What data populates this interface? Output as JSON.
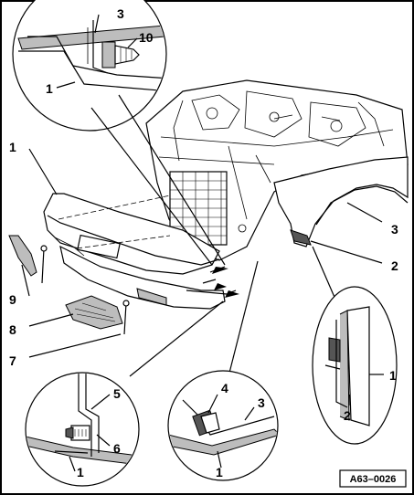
{
  "labels": {
    "top_inset": {
      "l3": "3",
      "l10": "10",
      "l1": "1"
    },
    "main": {
      "l1": "1",
      "l3": "3",
      "l2": "2",
      "l9": "9",
      "l8": "8",
      "l7": "7"
    },
    "right_inset": {
      "l1": "1",
      "l2": "2"
    },
    "bottom_left_inset": {
      "l5": "5",
      "l6": "6",
      "l1": "1"
    },
    "bottom_mid_inset": {
      "l4": "4",
      "l3": "3",
      "l1": "1"
    }
  },
  "reference_code": "A63–0026"
}
